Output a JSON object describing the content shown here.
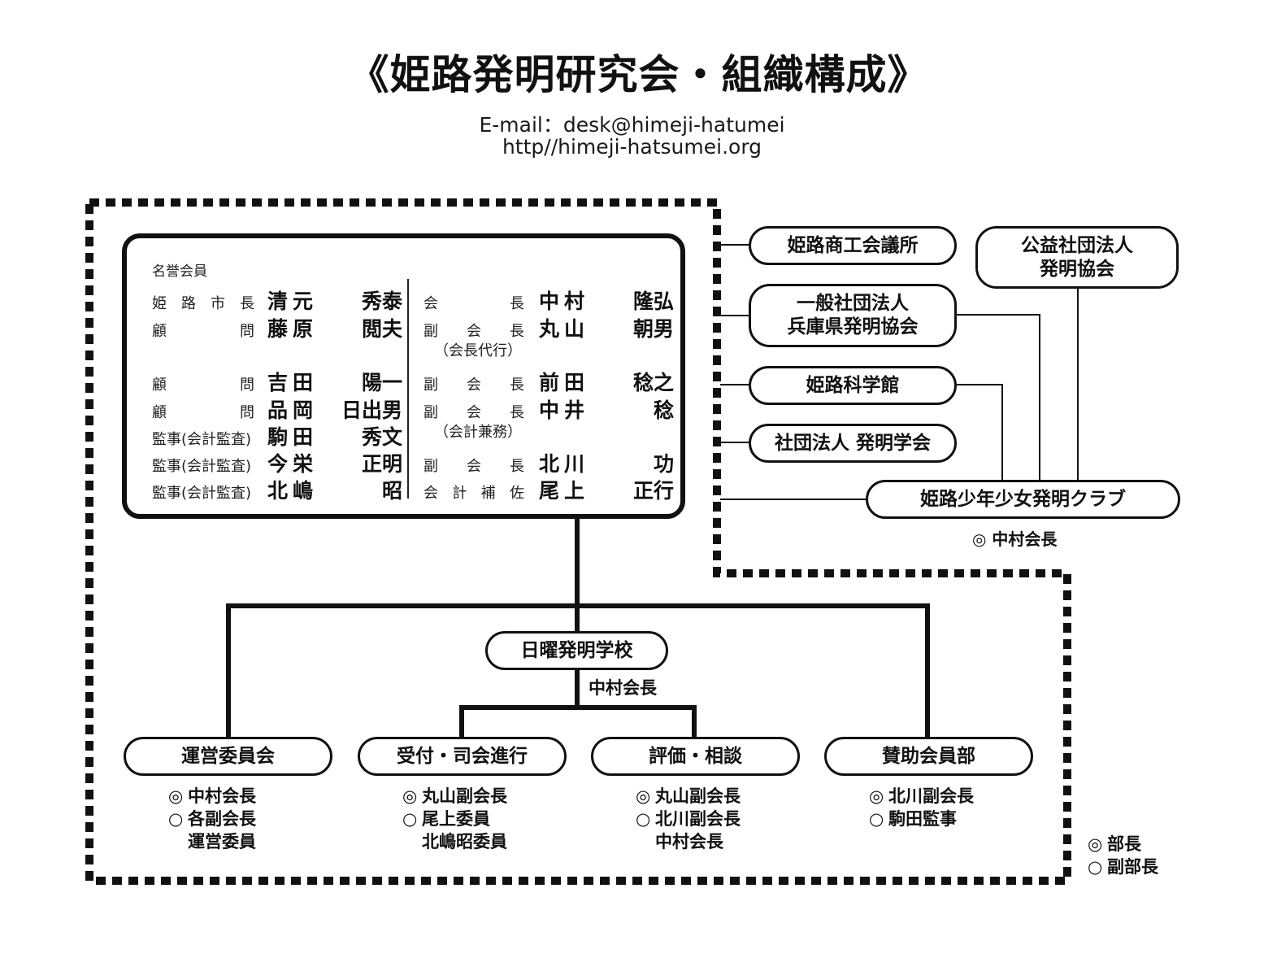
{
  "header": {
    "title": "《姫路発明研究会・組織構成》",
    "email": "E-mail：desk@himeji-hatumei",
    "url": "http//himeji-hatsumei.org"
  },
  "officers": {
    "honorary_label": "名誉会員",
    "left": [
      {
        "role": "姫路市長",
        "family": "清元",
        "given": "秀泰"
      },
      {
        "role": "顧問",
        "family": "藤原",
        "given": "閲夫"
      },
      {
        "role": "顧問",
        "family": "吉田",
        "given": "陽一"
      },
      {
        "role": "顧問",
        "family": "品岡",
        "given": "日出男"
      },
      {
        "role": "監事(会計監査)",
        "family": "駒田",
        "given": "秀文"
      },
      {
        "role": "監事(会計監査)",
        "family": "今栄",
        "given": "正明"
      },
      {
        "role": "監事(会計監査)",
        "family": "北嶋",
        "given": "昭"
      }
    ],
    "right": [
      {
        "role": "会長",
        "family": "中村",
        "given": "隆弘",
        "note": ""
      },
      {
        "role": "副会長",
        "family": "丸山",
        "given": "朝男",
        "note": "（会長代行）"
      },
      {
        "role": "副会長",
        "family": "前田",
        "given": "稔之",
        "note": ""
      },
      {
        "role": "副会長",
        "family": "中井",
        "given": "稔",
        "note": "（会計兼務）"
      },
      {
        "role": "副会長",
        "family": "北川",
        "given": "功",
        "note": ""
      },
      {
        "role": "会計補佐",
        "family": "尾上",
        "given": "正行",
        "note": ""
      }
    ]
  },
  "affiliates": [
    {
      "id": "chamber",
      "label": "姫路商工会議所"
    },
    {
      "id": "hyogo",
      "label": "一般社団法人\n兵庫県発明協会"
    },
    {
      "id": "science",
      "label": "姫路科学館"
    },
    {
      "id": "society",
      "label": "社団法人 発明学会"
    },
    {
      "id": "jiii",
      "label": "公益社団法人\n発明協会"
    },
    {
      "id": "club",
      "label": "姫路少年少女発明クラブ",
      "head": "◎ 中村会長"
    }
  ],
  "school": {
    "label": "日曜発明学校",
    "head": "中村会長"
  },
  "departments": [
    {
      "label": "運営委員会",
      "members": [
        {
          "mark": "◎",
          "text": "中村会長"
        },
        {
          "mark": "○",
          "text": "各副会長"
        },
        {
          "mark": "",
          "text": "運営委員"
        }
      ]
    },
    {
      "label": "受付・司会進行",
      "members": [
        {
          "mark": "◎",
          "text": "丸山副会長"
        },
        {
          "mark": "○",
          "text": "尾上委員"
        },
        {
          "mark": "",
          "text": "北嶋昭委員"
        }
      ]
    },
    {
      "label": "評価・相談",
      "members": [
        {
          "mark": "◎",
          "text": "丸山副会長"
        },
        {
          "mark": "○",
          "text": "北川副会長"
        },
        {
          "mark": "",
          "text": "中村会長"
        }
      ]
    },
    {
      "label": "賛助会員部",
      "members": [
        {
          "mark": "◎",
          "text": "北川副会長"
        },
        {
          "mark": "○",
          "text": "駒田監事"
        }
      ]
    }
  ],
  "legend": [
    {
      "mark": "◎",
      "text": "部長"
    },
    {
      "mark": "○",
      "text": "副部長"
    }
  ]
}
